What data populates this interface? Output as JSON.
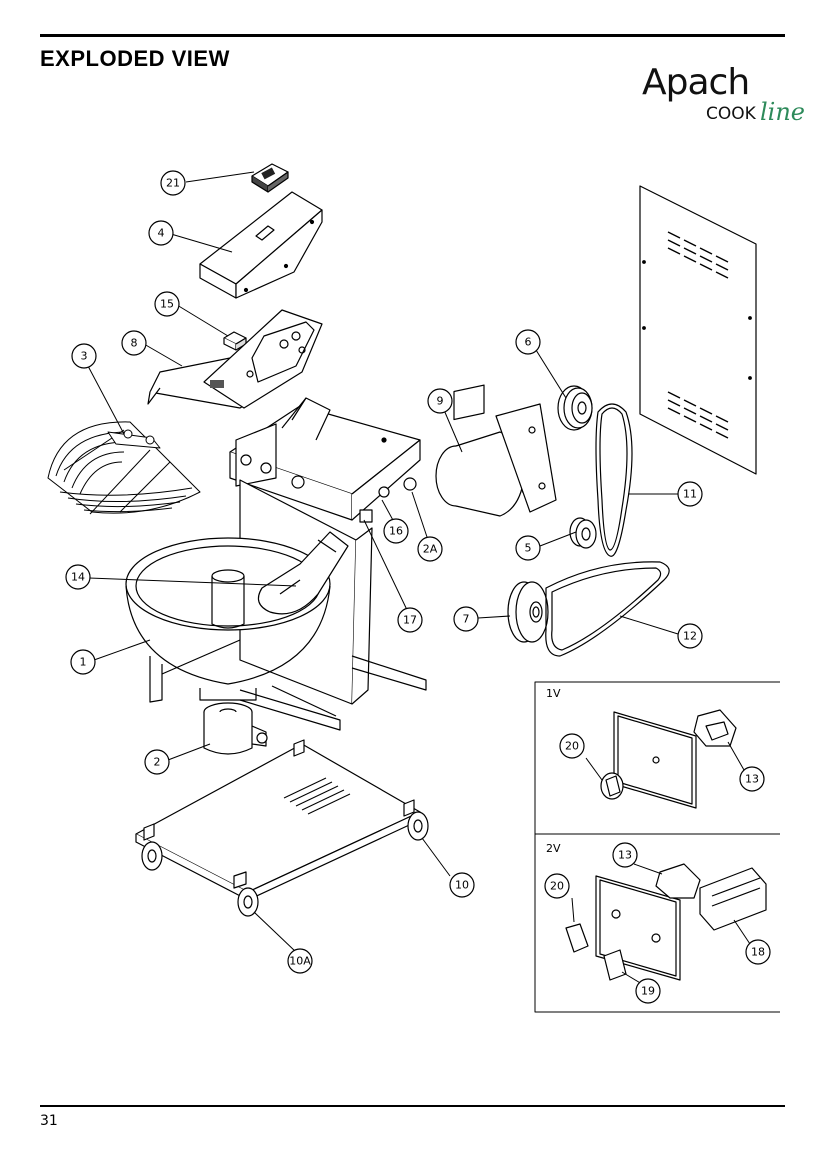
{
  "header": {
    "title": "EXPLODED VIEW"
  },
  "logo": {
    "brand": "Apach",
    "sub": "COOK",
    "script": "line"
  },
  "callouts": {
    "c21": "21",
    "c4": "4",
    "c15": "15",
    "c8": "8",
    "c3": "3",
    "c6": "6",
    "c9": "9",
    "c11": "11",
    "c16": "16",
    "c2A": "2A",
    "c5": "5",
    "c14": "14",
    "c17": "17",
    "c7": "7",
    "c12": "12",
    "c1": "1",
    "c2": "2",
    "c10": "10",
    "c10A": "10A"
  },
  "panel_1v": {
    "label": "1V",
    "c20": "20",
    "c13": "13"
  },
  "panel_2v": {
    "label": "2V",
    "c13": "13",
    "c20": "20",
    "c18": "18",
    "c19": "19"
  },
  "footer": {
    "page_number": "31"
  }
}
